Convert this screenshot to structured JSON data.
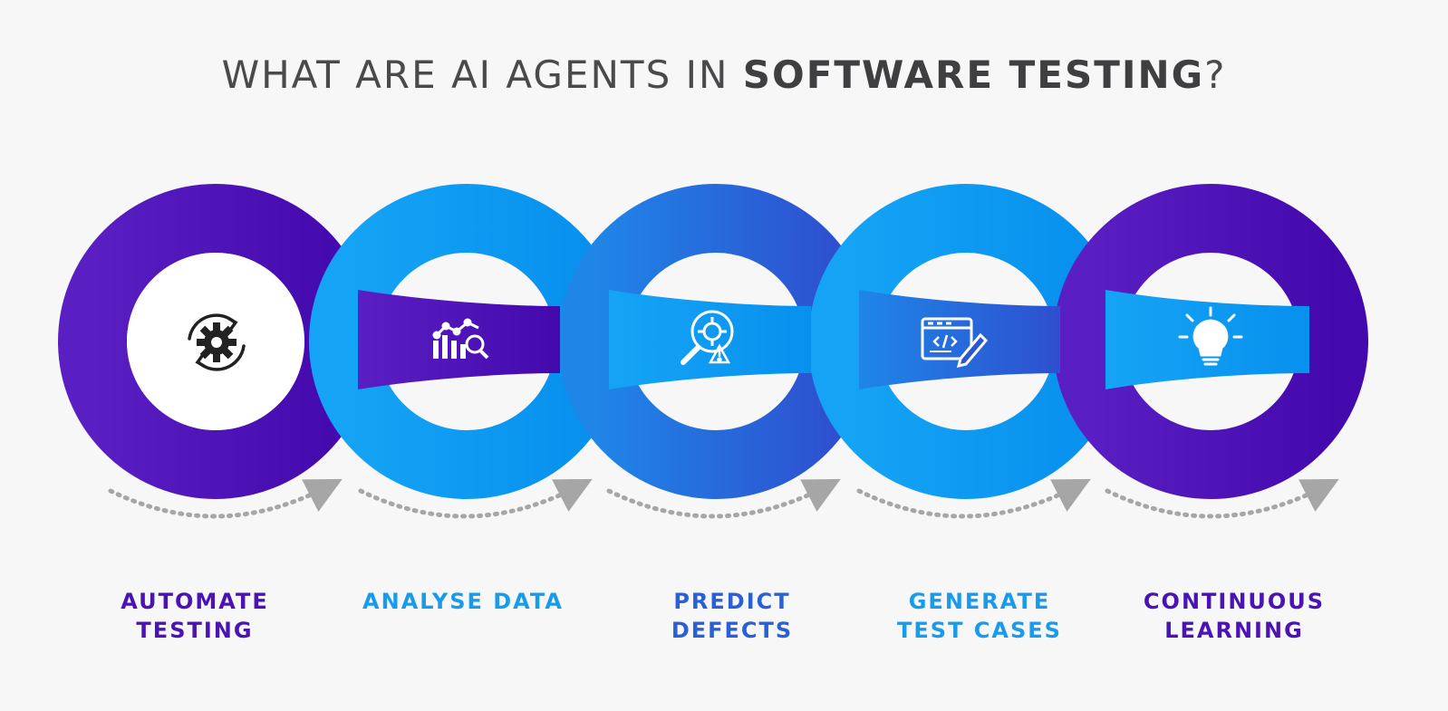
{
  "title": {
    "prefix": "WHAT ARE AI AGENTS IN ",
    "bold": "SOFTWARE TESTING",
    "suffix": "?"
  },
  "colors": {
    "purple": "#4b12b4",
    "purple_dark": "#3d0fa3",
    "blue_light": "#0a9cf4",
    "blue_mid": "#2862d9",
    "gray_text": "#4a4a4c",
    "arrow_gray": "#a6a6a6"
  },
  "steps": [
    {
      "label": "AUTOMATE\nTESTING",
      "icon": "gear-cycle-icon",
      "color": "#4b12b4"
    },
    {
      "label": "ANALYSE DATA",
      "icon": "chart-magnifier-icon",
      "color": "#1a9bea"
    },
    {
      "label": "PREDICT\nDEFECTS",
      "icon": "bug-search-warning-icon",
      "color": "#2b5fd6"
    },
    {
      "label": "GENERATE\nTEST CASES",
      "icon": "code-pencil-icon",
      "color": "#1a9bea"
    },
    {
      "label": "CONTINUOUS\nLEARNING",
      "icon": "lightbulb-icon",
      "color": "#4b12b4"
    }
  ]
}
